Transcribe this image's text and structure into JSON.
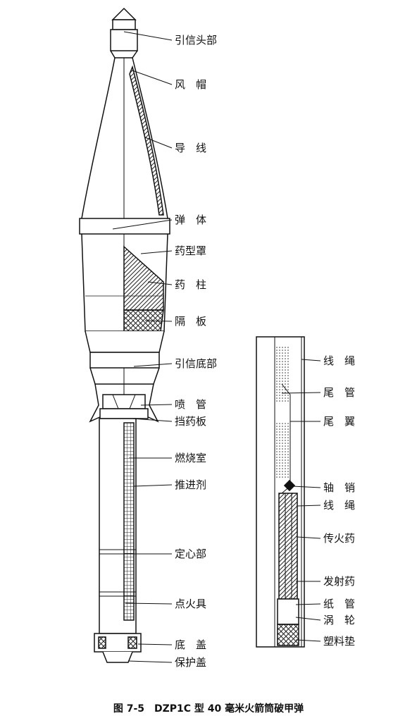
{
  "left_labels": {
    "fuze_head": "引信头部",
    "windshield": "风　帽",
    "wire": "导　线",
    "body": "弹　体",
    "liner": "药型罩",
    "charge": "药　柱",
    "baffle": "隔　板",
    "fuze_base": "引信底部",
    "nozzle": "喷　管",
    "retainer": "挡药板",
    "chamber": "燃烧室",
    "propellant": "推进剂",
    "centering": "定心部",
    "igniter": "点火具",
    "base_cap": "底　盖",
    "protect_cap": "保护盖"
  },
  "right_labels": {
    "cord1": "线　绳",
    "tail_tube": "尾　管",
    "fin": "尾　翼",
    "pin": "轴　销",
    "cord2": "线　绳",
    "primer": "传火药",
    "launch_charge": "发射药",
    "paper_tube": "纸　管",
    "turbine": "涡　轮",
    "plastic_pad": "塑料垫"
  },
  "caption": "图 7-5　DZP1C 型 40 毫米火箭筒破甲弹"
}
